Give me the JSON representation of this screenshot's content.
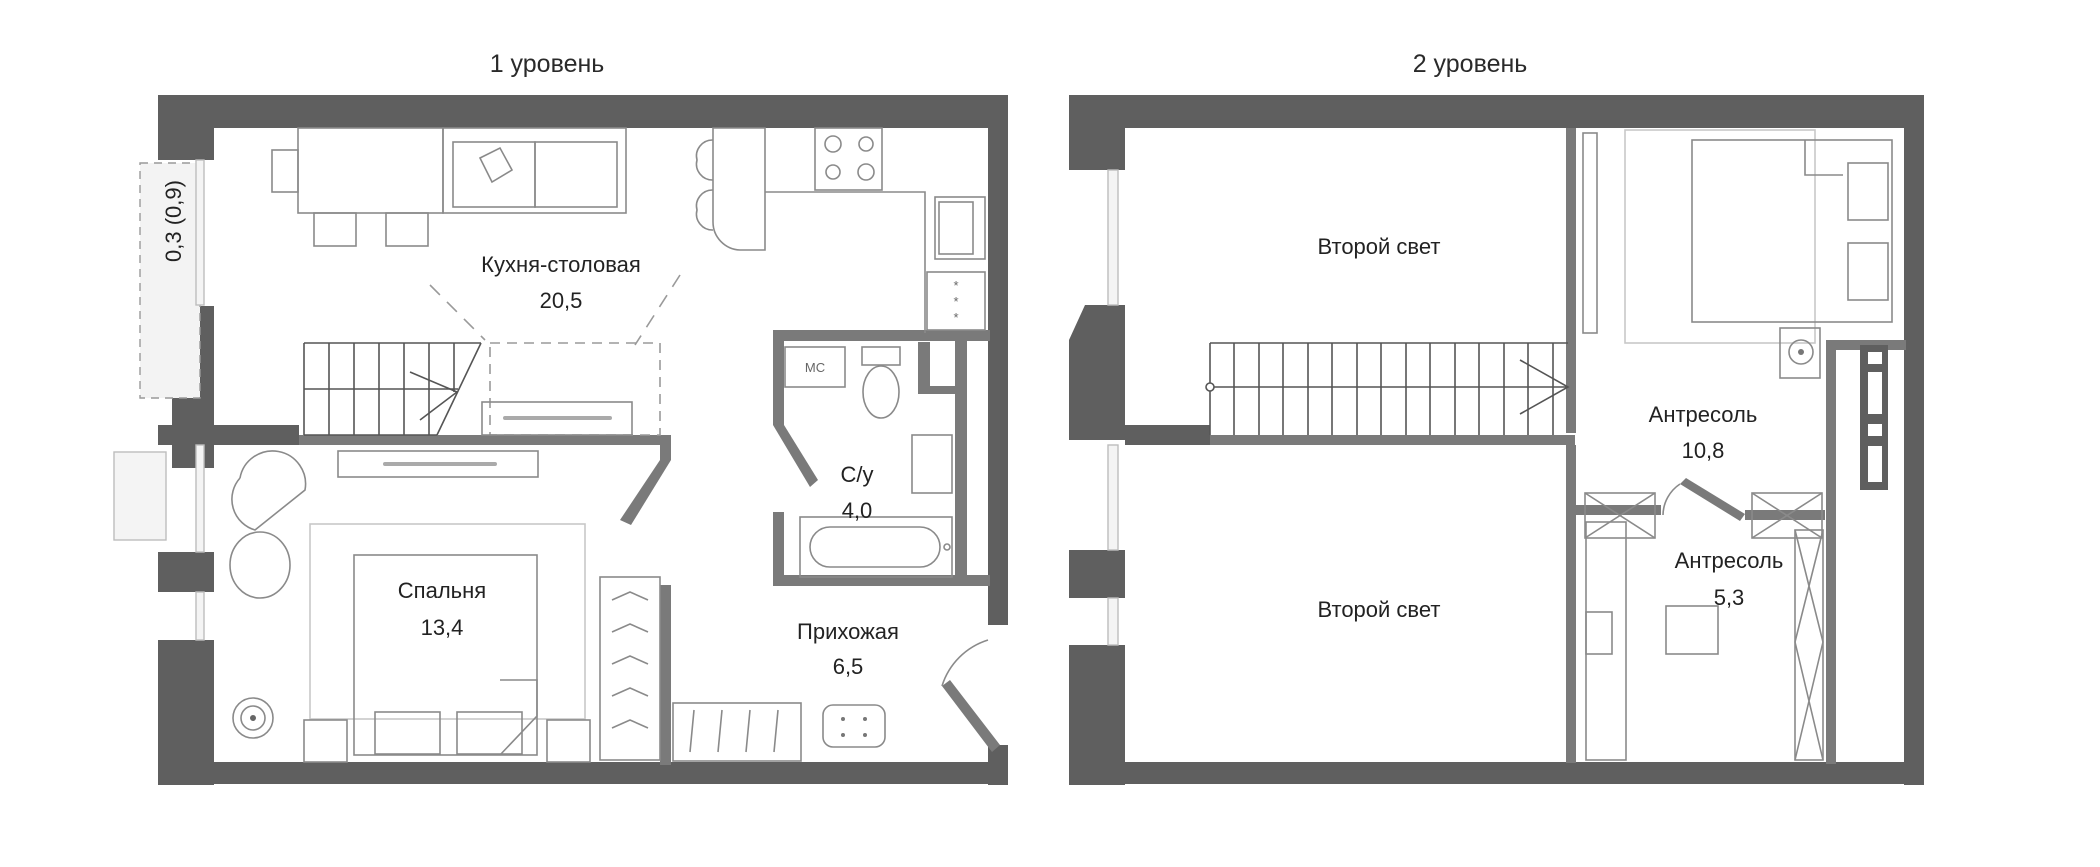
{
  "levels": [
    {
      "title": "1 уровень",
      "rooms": [
        {
          "name": "Кухня-столовая",
          "area": "20,5"
        },
        {
          "name": "С/у",
          "area": "4,0"
        },
        {
          "name": "Спальня",
          "area": "13,4"
        },
        {
          "name": "Прихожая",
          "area": "6,5"
        }
      ],
      "balcony_label": "0,3 (0,9)",
      "fixture_labels": {
        "washing_machine": "МС"
      }
    },
    {
      "title": "2 уровень",
      "rooms": [
        {
          "name": "Второй свет",
          "area": ""
        },
        {
          "name": "Второй свет",
          "area": ""
        },
        {
          "name": "Антресоль",
          "area": "10,8"
        },
        {
          "name": "Антресоль",
          "area": "5,3"
        }
      ]
    }
  ],
  "colors": {
    "wall": "#5f5f5f",
    "inner_wall": "#7a7a7a",
    "furniture": "#8a8a8a",
    "text": "#222222"
  }
}
